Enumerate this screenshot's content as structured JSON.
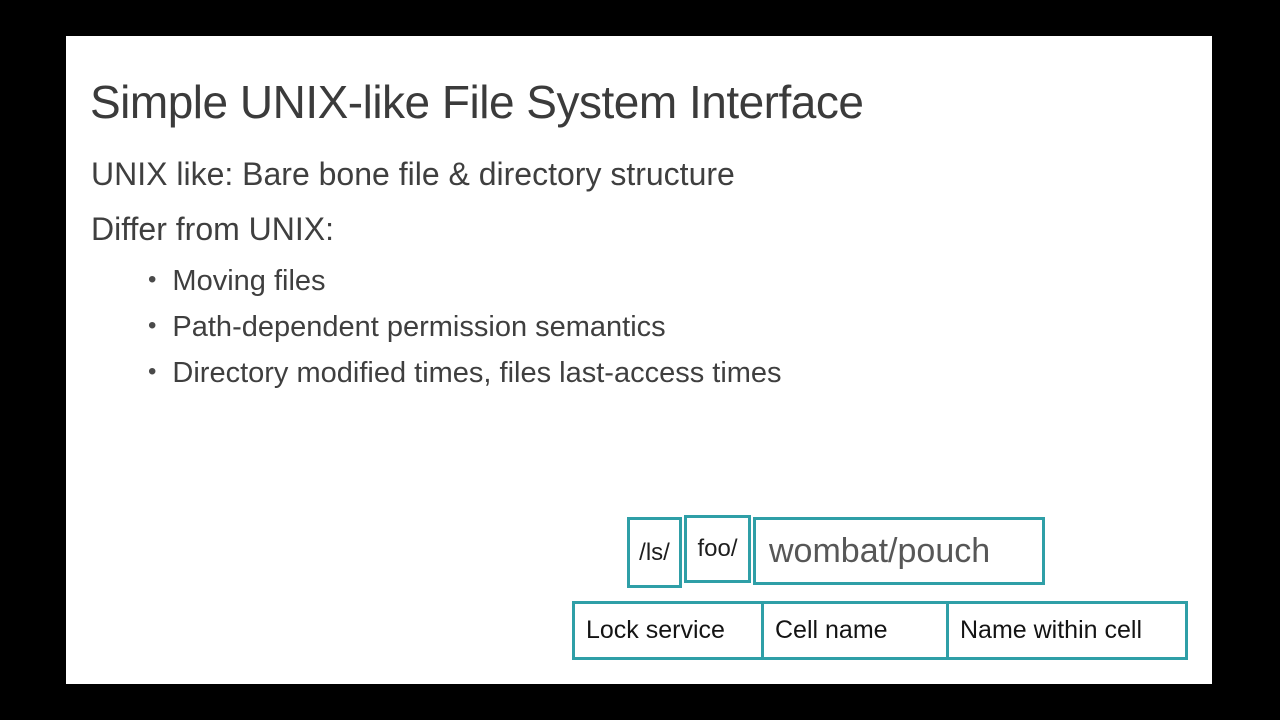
{
  "slide": {
    "title": "Simple UNIX-like File System Interface",
    "subtitle_lines": [
      "UNIX like: Bare bone file & directory structure",
      "Differ from UNIX:"
    ],
    "bullet_char": "•",
    "bullets": [
      "Moving files",
      "Path-dependent permission semantics",
      "Directory modified times, files last-access times"
    ],
    "path_example": {
      "segments": [
        "/ls/",
        "foo/",
        "wombat/pouch"
      ]
    },
    "legend": {
      "cells": [
        "Lock service",
        "Cell name",
        "Name within cell"
      ]
    },
    "colors": {
      "accent_teal": "#2f9fa7",
      "title_text": "#3b3b3b",
      "body_text": "#3f3f3f",
      "path_small_text": "#1e1e1e",
      "path_name_text": "#575757",
      "legend_text": "#141414",
      "slide_background": "#ffffff",
      "frame_background": "#000000"
    }
  }
}
